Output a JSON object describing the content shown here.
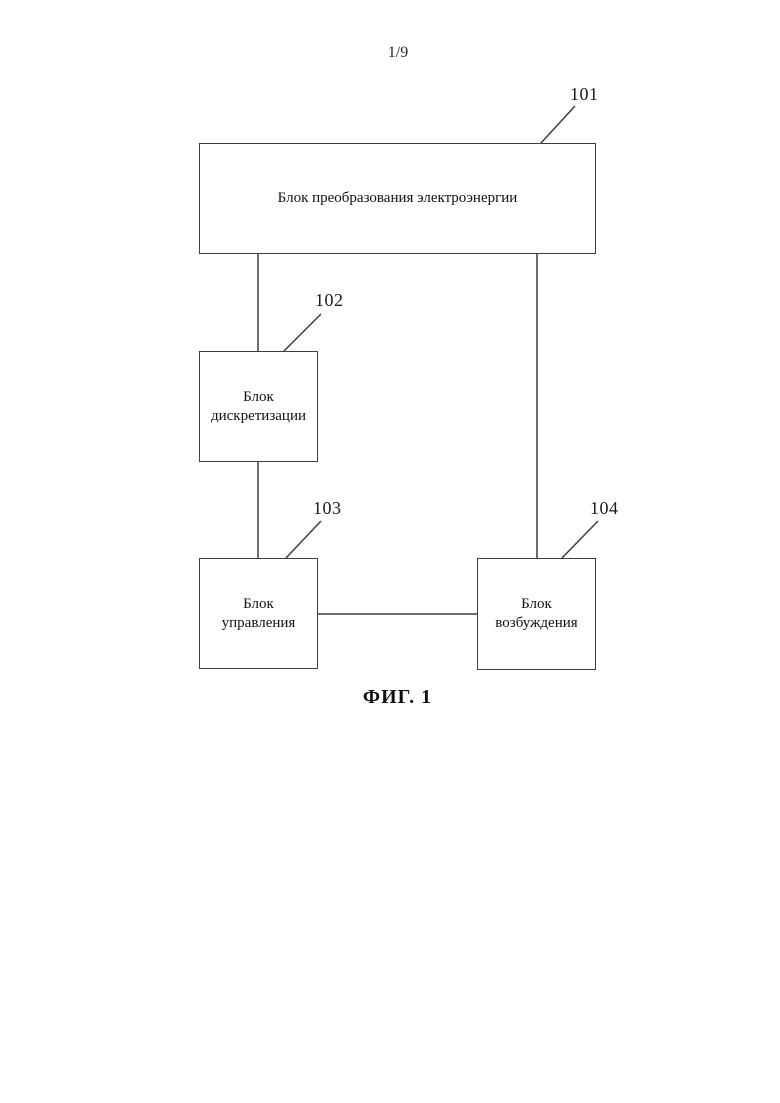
{
  "page": {
    "number": "1/9",
    "caption": "ФИГ. 1"
  },
  "figure": {
    "line_color": "#3d3d3d",
    "blocks": [
      {
        "ref": "101",
        "label": "Блок преобразования электроэнергии"
      },
      {
        "ref": "102",
        "label": "Блок дискретизации"
      },
      {
        "ref": "103",
        "label": "Блок управления"
      },
      {
        "ref": "104",
        "label": "Блок возбуждения"
      }
    ]
  }
}
